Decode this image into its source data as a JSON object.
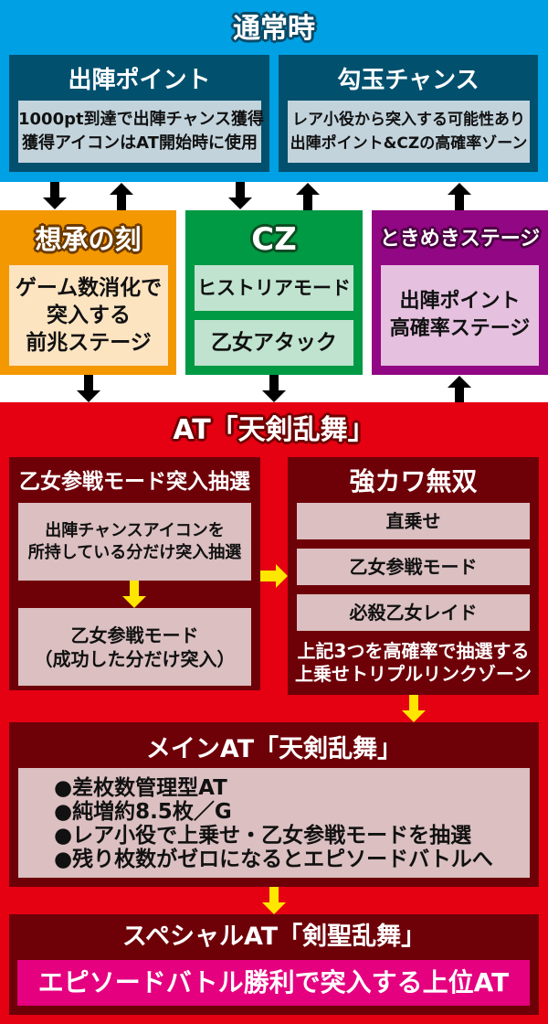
{
  "normal": {
    "title": "通常時",
    "boxes": [
      {
        "heading": "出陣ポイント",
        "lines": [
          "1000pt到達で出陣チャンス獲得",
          "獲得アイコンはAT開始時に使用"
        ]
      },
      {
        "heading": "勾玉チャンス",
        "lines": [
          "レア小役から突入する可能性あり",
          "出陣ポイント&CZの高確率ゾーン"
        ]
      }
    ]
  },
  "modes": {
    "souzou": {
      "title": "想承の刻",
      "lines": [
        "ゲーム数消化で",
        "突入する",
        "前兆ステージ"
      ]
    },
    "cz": {
      "title": "CZ",
      "items": [
        "ヒストリアモード",
        "乙女アタック"
      ]
    },
    "tokimeki": {
      "title": "ときめきステージ",
      "lines": [
        "出陣ポイント",
        "高確率ステージ"
      ]
    }
  },
  "at": {
    "title": "AT「天剣乱舞」",
    "entry_lottery": {
      "title": "乙女参戦モード突入抽選",
      "step1": [
        "出陣チャンスアイコンを",
        "所持している分だけ突入抽選"
      ],
      "step2": [
        "乙女参戦モード",
        "（成功した分だけ突入）"
      ]
    },
    "kyokawa": {
      "title": "強カワ無双",
      "items": [
        "直乗せ",
        "乙女参戦モード",
        "必殺乙女レイド"
      ],
      "note": [
        "上記3つを高確率で抽選する",
        "上乗せトリプルリンクゾーン"
      ]
    },
    "main": {
      "title": "メインAT「天剣乱舞」",
      "bullets": [
        "●差枚数管理型AT",
        "●純増約8.5枚／G",
        "●レア小役で上乗せ・乙女参戦モードを抽選",
        "●残り枚数がゼロになるとエピソードバトルへ"
      ]
    },
    "special": {
      "title": "スペシャルAT「剣聖乱舞」",
      "desc": "エピソードバトル勝利で突入する上位AT"
    }
  },
  "arrows": {
    "normal_to_modes": [
      "arrow-down",
      "arrow-up",
      "arrow-down",
      "arrow-up",
      "arrow-up"
    ],
    "modes_to_at": [
      "arrow-down",
      "arrow-down",
      "arrow-up"
    ]
  },
  "colors": {
    "blue": "#00a0e4",
    "dark-blue": "#00506e",
    "light-blue": "#c2d3dc",
    "orange": "#f39800",
    "orange-inner": "#fde4c1",
    "green": "#009944",
    "green-inner": "#bfe3cf",
    "purple": "#920783",
    "purple-inner": "#e5c0df",
    "red": "#e50012",
    "dark-red": "#6e0008",
    "pink-grey": "#dbbfc1",
    "yellow": "#ffe600",
    "magenta": "#e4007f"
  }
}
